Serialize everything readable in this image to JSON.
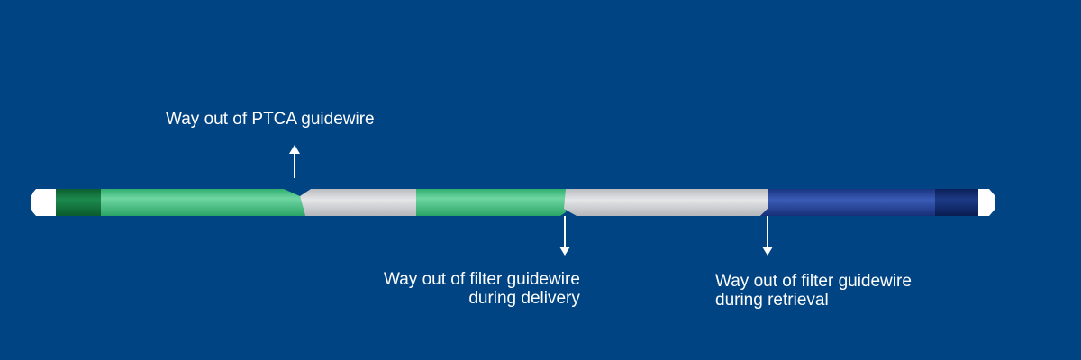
{
  "annotations": {
    "ptca_exit": "Way out of PTCA guidewire",
    "delivery_exit": {
      "line1": "Way out of filter guidewire",
      "line2": "during delivery"
    },
    "retrieval_exit": {
      "line1": "Way out of filter guidewire",
      "line2": "during retrieval"
    }
  },
  "colors": {
    "background": "#014483",
    "green_section": "#3dbf82",
    "dark_green_marker": "#0e6e3a",
    "gray_section": "#c9ccd0",
    "blue_section": "#1d3d8f",
    "dark_blue_marker": "#0d2560",
    "tip": "#ffffff",
    "arrow": "#ffffff"
  }
}
